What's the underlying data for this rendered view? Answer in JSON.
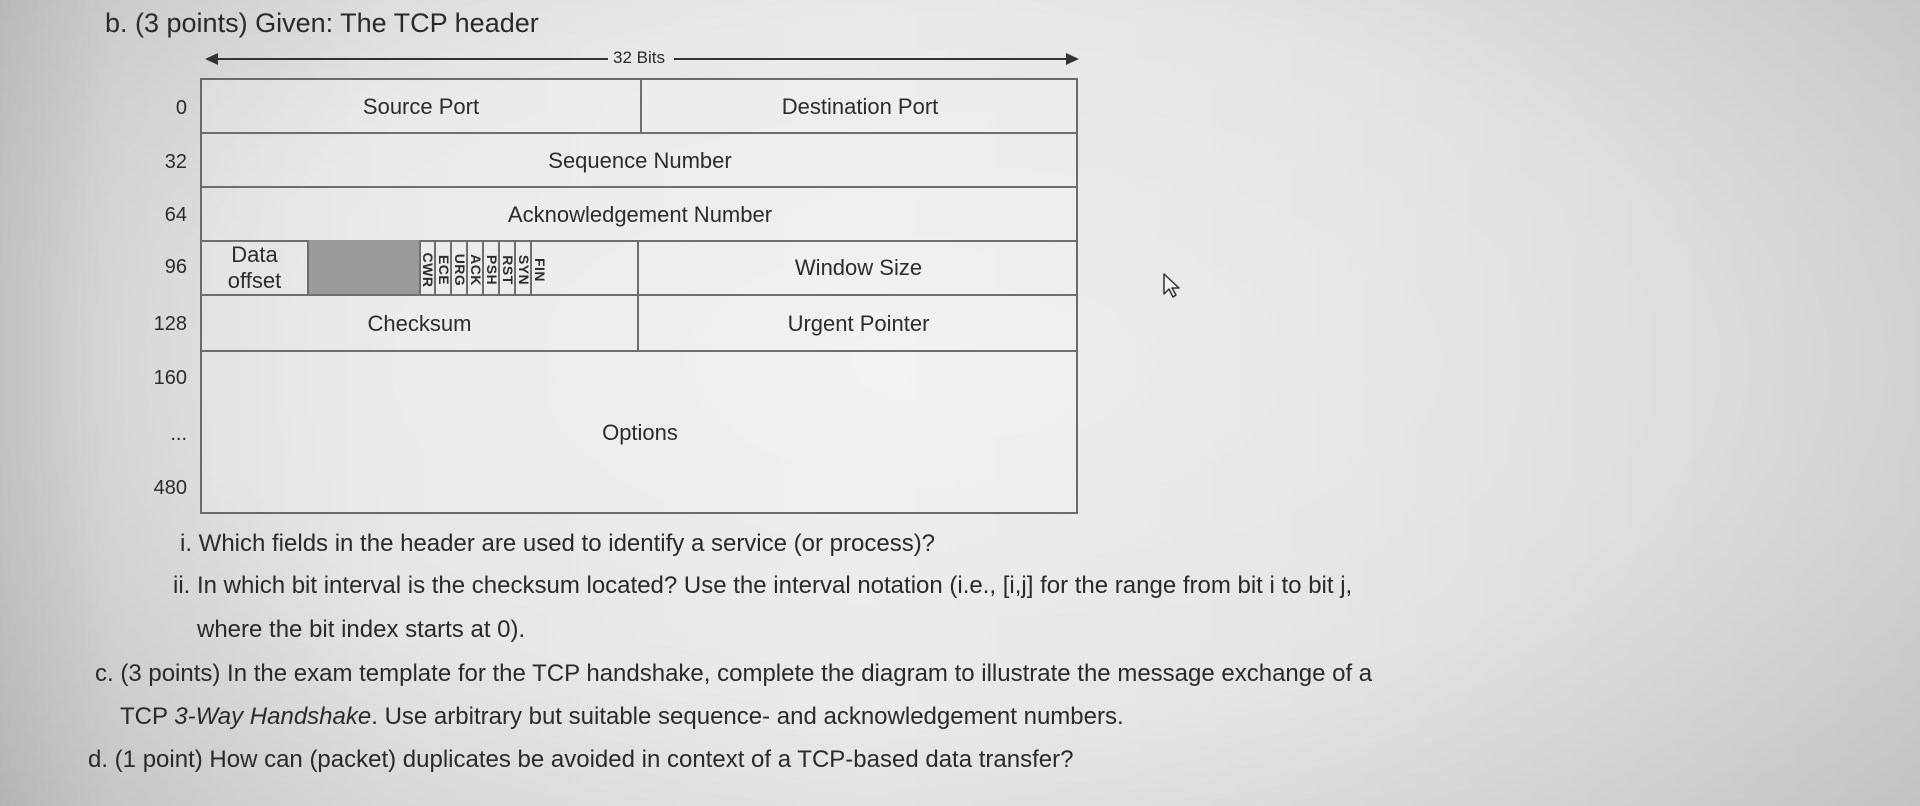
{
  "question_b": "b. (3 points) Given: The TCP header",
  "bits_label": "32 Bits",
  "row_labels": [
    "0",
    "32",
    "64",
    "96",
    "128",
    "160",
    "...",
    "480"
  ],
  "fields": {
    "source_port": "Source Port",
    "destination_port": "Destination Port",
    "sequence_number": "Sequence Number",
    "acknowledgement_number": "Acknowledgement Number",
    "data_offset_1": "Data",
    "data_offset_2": "offset",
    "window_size": "Window Size",
    "checksum": "Checksum",
    "urgent_pointer": "Urgent Pointer",
    "options": "Options"
  },
  "flags": [
    "CWR",
    "ECE",
    "URG",
    "ACK",
    "PSH",
    "RST",
    "SYN",
    "FIN"
  ],
  "sub_i": "i. Which fields in the header are used to identify a service (or process)?",
  "sub_ii_line1": "ii. In which bit interval is the checksum located? Use the interval notation (i.e., [i,j] for the range from bit i to bit j,",
  "sub_ii_line2": "where the bit index starts at 0).",
  "question_c_line1": "c. (3 points) In the exam template for the TCP handshake, complete the diagram to illustrate the message exchange of a",
  "question_c_line2_pre": "TCP ",
  "question_c_line2_em": "3-Way Handshake",
  "question_c_line2_post": ". Use arbitrary but suitable sequence- and acknowledgement numbers.",
  "question_d": "d. (1 point) How can (packet) duplicates be avoided in context of a TCP-based data transfer?"
}
